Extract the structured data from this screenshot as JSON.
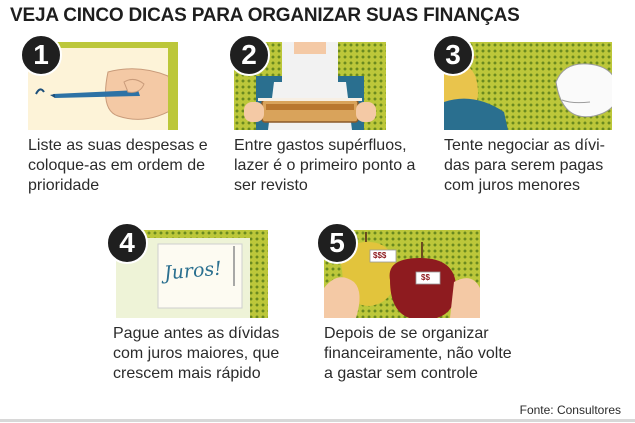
{
  "header": {
    "title": "VEJA CINCO DICAS PARA ORGANIZAR SUAS FINANÇAS"
  },
  "tips": [
    {
      "number": "1",
      "lines": [
        "Liste as suas despesas  e",
        "coloque-as em ordem de",
        "prioridade"
      ]
    },
    {
      "number": "2",
      "lines": [
        "Entre gastos supérfluos,",
        "lazer é o primeiro ponto a",
        "ser revisto"
      ]
    },
    {
      "number": "3",
      "lines": [
        "Tente negociar as dívi-",
        "das para serem pagas",
        "com juros menores"
      ]
    },
    {
      "number": "4",
      "lines": [
        "Pague antes as dívidas",
        "com juros maiores, que",
        "crescem mais rápido"
      ]
    },
    {
      "number": "5",
      "lines": [
        "Depois de se organizar",
        "financeiramente, não volte",
        "a gastar sem controle"
      ]
    }
  ],
  "illustrations": {
    "note_text": "Juros!",
    "price_tag_1": "$$$",
    "price_tag_2": "$$"
  },
  "footer": {
    "source": "Fonte: Consultores"
  },
  "colors": {
    "panel_green": "#bcc73a",
    "dot": "#6a8a1f",
    "badge": "#1f1f1f",
    "apron_blue": "#2a6f8f",
    "apple_red": "#8e1b1f"
  }
}
